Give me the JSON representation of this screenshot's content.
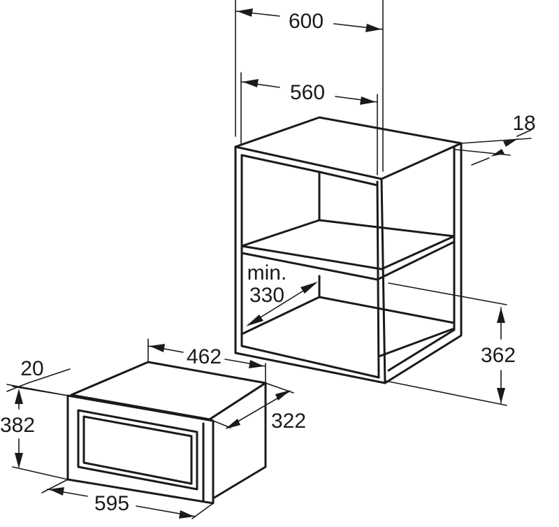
{
  "dimensions": {
    "cabinet_outer_width": "600",
    "cabinet_inner_width": "560",
    "panel_thickness": "18",
    "opening_min_label": "min.",
    "opening_min_depth": "330",
    "opening_height": "362",
    "oven_depth": "462",
    "frame_thickness": "20",
    "front_height": "382",
    "body_height": "322",
    "front_width": "595"
  }
}
